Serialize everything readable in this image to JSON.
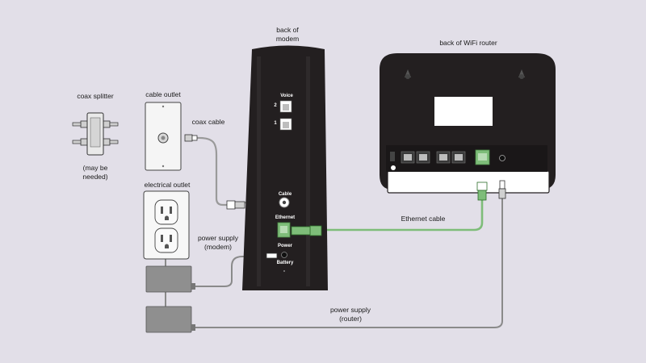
{
  "labels": {
    "modem_title": "back of\nmodem",
    "router_title": "back of WiFi router",
    "coax_splitter": "coax splitter",
    "may_be_needed": "(may be\nneeded)",
    "cable_outlet": "cable outlet",
    "coax_cable": "coax cable",
    "electrical_outlet": "electrical outlet",
    "power_supply_modem": "power supply\n(modem)",
    "ethernet_cable": "Ethernet cable",
    "power_supply_router": "power supply\n(router)"
  },
  "modem_ports": {
    "voice": "Voice",
    "voice_line_2": "2",
    "voice_line_1": "1",
    "cable": "Cable",
    "ethernet": "Ethernet",
    "power": "Power",
    "battery": "Battery"
  },
  "colors": {
    "background": "#e2dfe8",
    "device": "#231f20",
    "ethernet_green": "#7ebd79",
    "cable_gray": "#8a8a8a",
    "power_adapter": "#8f8f8f"
  }
}
